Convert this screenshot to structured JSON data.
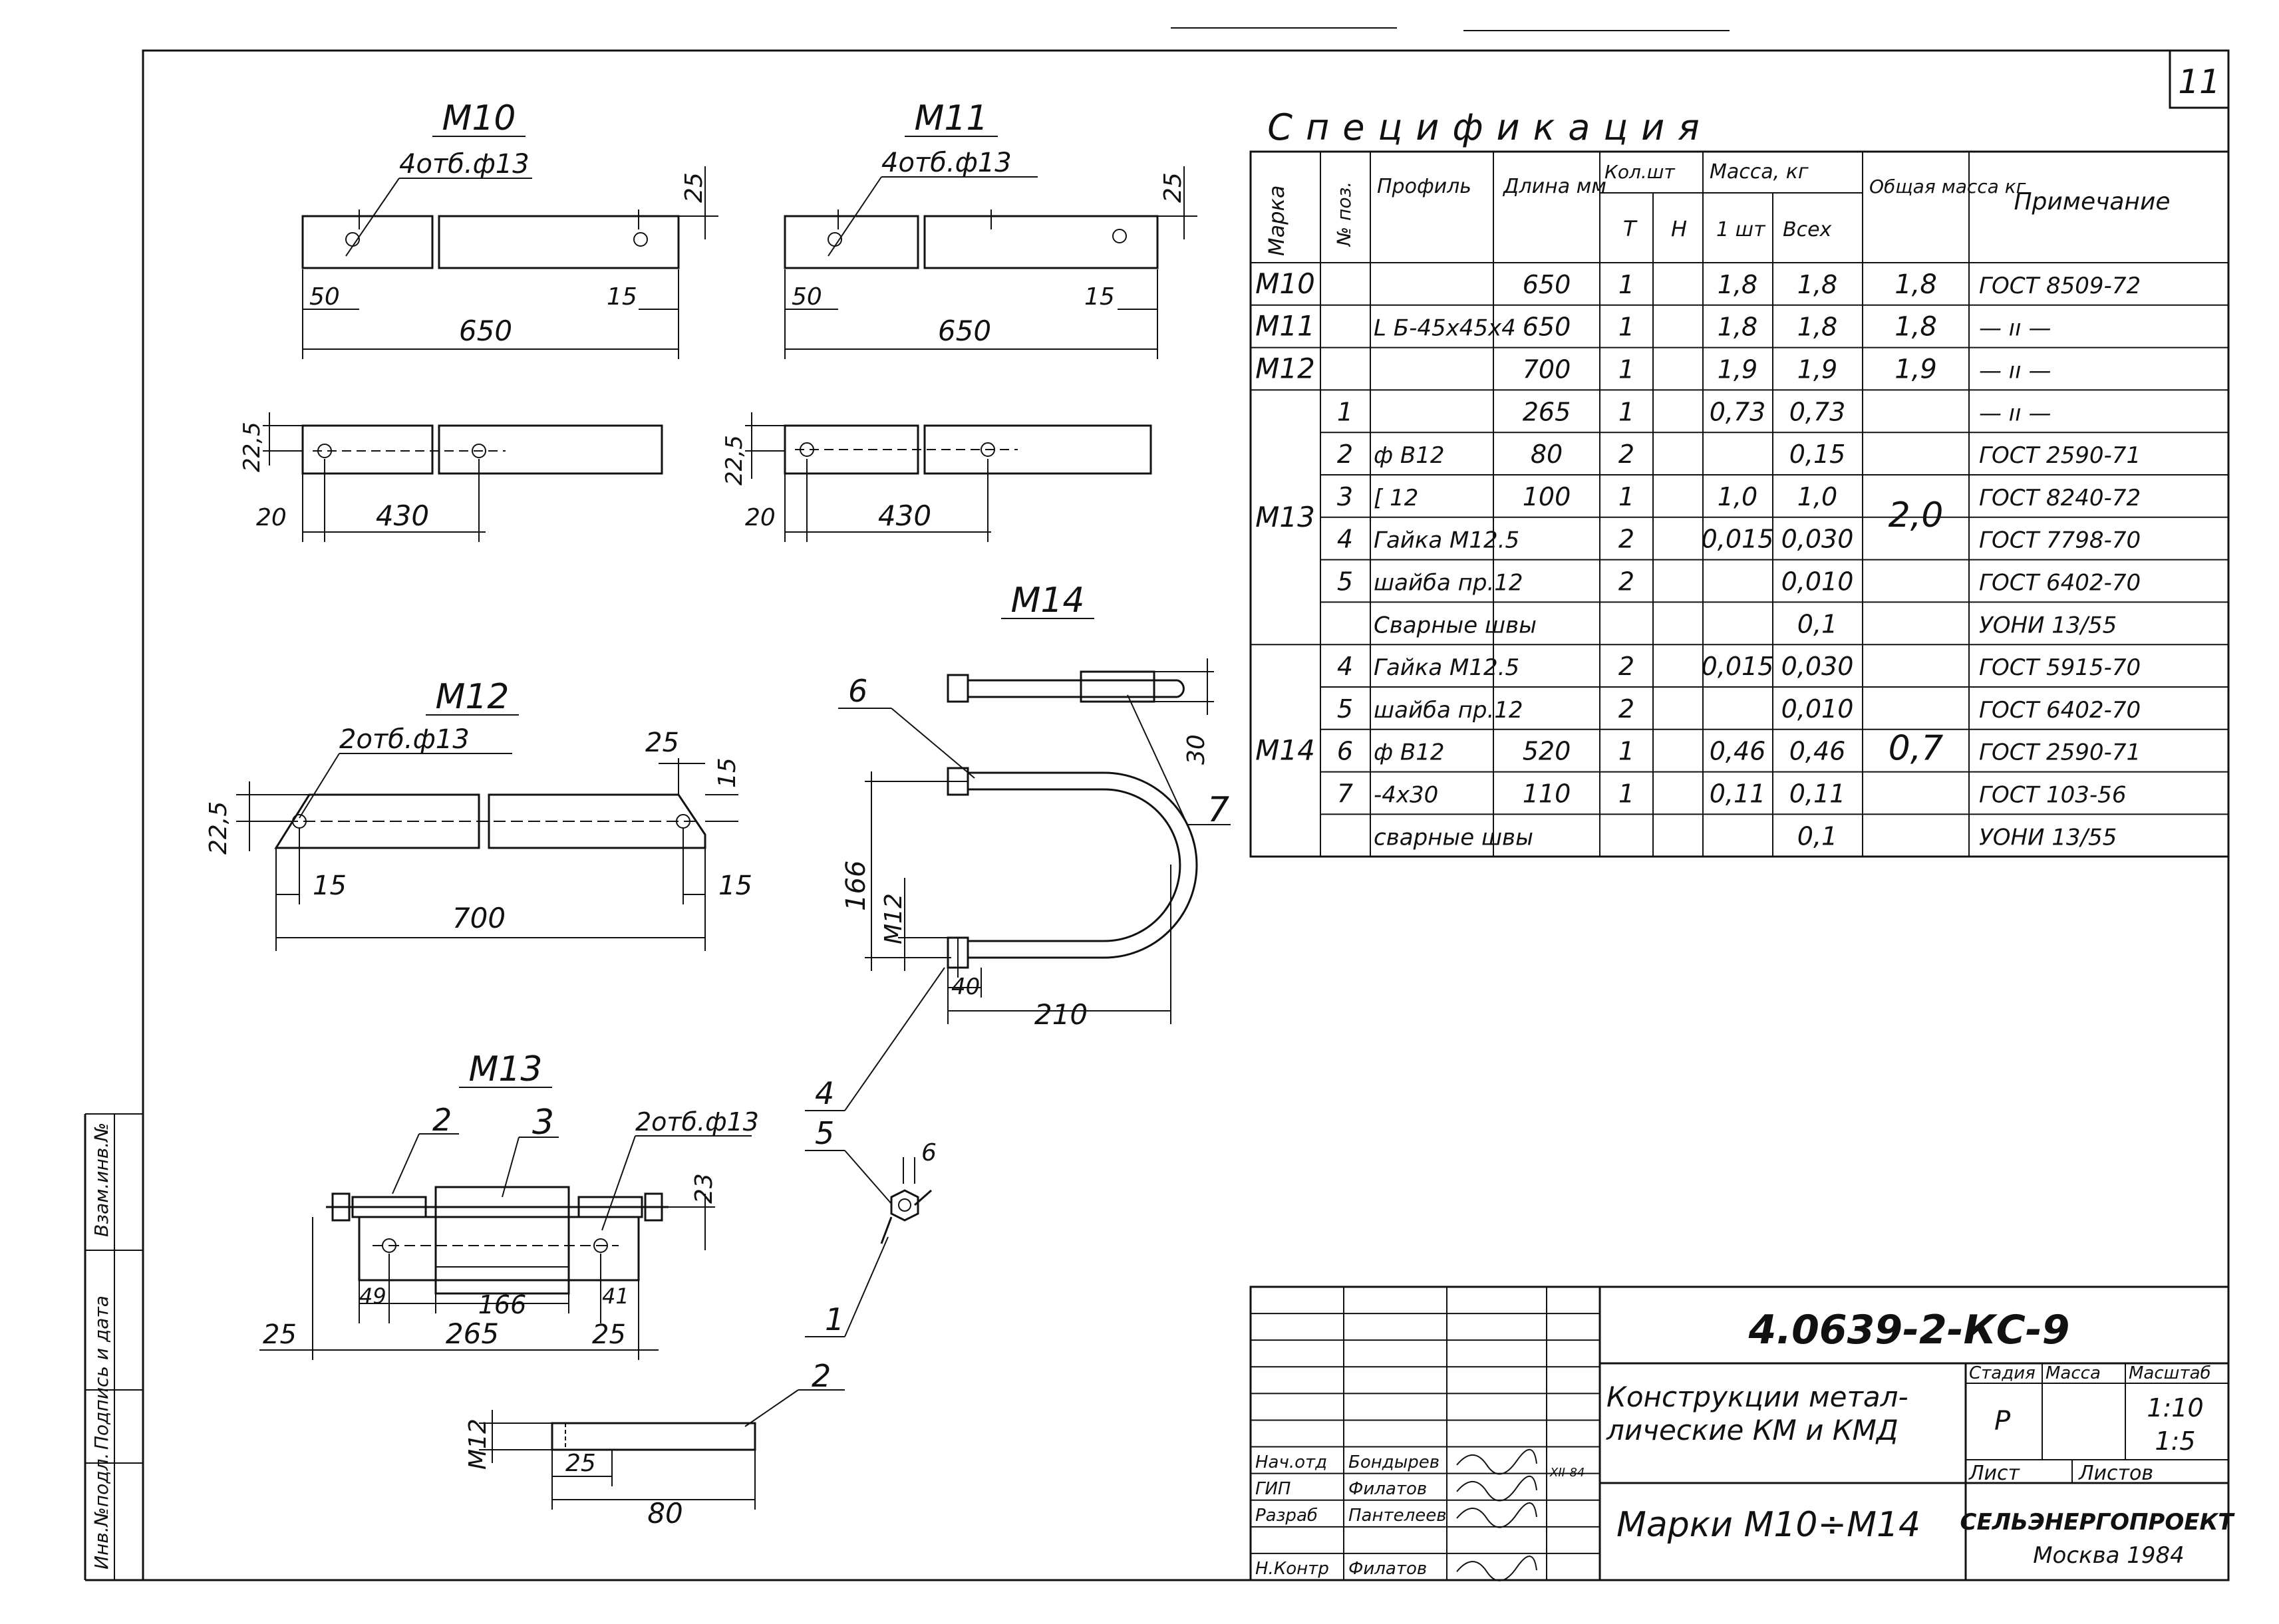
{
  "sheet": {
    "number": "11",
    "code": "4.0639-2-КС-9"
  },
  "parts": {
    "m10": {
      "label": "М10",
      "holes": "4отб.ф13",
      "dims": {
        "length": "650",
        "offset": "50",
        "end": "15",
        "height": "25"
      }
    },
    "m11": {
      "label": "М11",
      "holes": "4отб.ф13",
      "dims": {
        "length": "650",
        "offset": "50",
        "end": "15",
        "height": "25"
      }
    },
    "m10b": {
      "dims": {
        "height": "22,5",
        "start": "20",
        "spacing": "430"
      }
    },
    "m11b": {
      "dims": {
        "height": "22,5",
        "start": "20",
        "spacing": "430"
      }
    },
    "m12": {
      "label": "М12",
      "holes": "2отб.ф13",
      "dims": {
        "length": "700",
        "start": "15",
        "end": "15",
        "height": "22,5",
        "top": "25",
        "side": "15"
      }
    },
    "m13": {
      "label": "М13",
      "holes": "2отб.ф13",
      "callouts": [
        "2",
        "3"
      ],
      "dims": {
        "total": "265",
        "inner": "166",
        "left": "25",
        "right": "25",
        "a": "49",
        "b": "41",
        "h": "23"
      }
    },
    "m14": {
      "label": "М14",
      "callouts": [
        "6",
        "7",
        "4",
        "5",
        "1"
      ],
      "dims": {
        "height": "166",
        "thread": "М12",
        "width": "210",
        "nut": "40",
        "plate": "30",
        "thick": "6"
      }
    },
    "rod": {
      "callout": "2",
      "dims": {
        "thread": "М12",
        "t": "25",
        "length": "80"
      }
    }
  },
  "spec": {
    "title": "Спецификация",
    "headers": {
      "marka": "Марка",
      "pos": "№ поз.",
      "profile": "Профиль",
      "length": "Длина мм",
      "qty": "Кол.шт",
      "qty_t": "Т",
      "qty_n": "Н",
      "mass": "Масса, кг",
      "mass_one": "1 шт",
      "mass_all": "Всех",
      "total": "Общая масса кг",
      "note": "Примечание"
    },
    "rows": [
      {
        "marka": "М10",
        "pos": "",
        "profile": "",
        "length": "650",
        "t": "1",
        "n": "",
        "one": "1,8",
        "all": "1,8",
        "total": "1,8",
        "note": "ГОСТ 8509-72"
      },
      {
        "marka": "М11",
        "pos": "",
        "profile": "L Б-45х45х4",
        "length": "650",
        "t": "1",
        "n": "",
        "one": "1,8",
        "all": "1,8",
        "total": "1,8",
        "note": "— ıı —"
      },
      {
        "marka": "М12",
        "pos": "",
        "profile": "",
        "length": "700",
        "t": "1",
        "n": "",
        "one": "1,9",
        "all": "1,9",
        "total": "1,9",
        "note": "— ıı —"
      },
      {
        "marka": "",
        "pos": "1",
        "profile": "",
        "length": "265",
        "t": "1",
        "n": "",
        "one": "0,73",
        "all": "0,73",
        "total": "",
        "note": "— ıı —"
      },
      {
        "marka": "",
        "pos": "2",
        "profile": "ф В12",
        "length": "80",
        "t": "2",
        "n": "",
        "one": "",
        "all": "0,15",
        "total": "",
        "note": "ГОСТ 2590-71"
      },
      {
        "marka": "М13",
        "pos": "3",
        "profile": "[ 12",
        "length": "100",
        "t": "1",
        "n": "",
        "one": "1,0",
        "all": "1,0",
        "total": "2,0",
        "note": "ГОСТ 8240-72"
      },
      {
        "marka": "",
        "pos": "4",
        "profile": "Гайка М12.5",
        "length": "",
        "t": "2",
        "n": "",
        "one": "0,015",
        "all": "0,030",
        "total": "",
        "note": "ГОСТ 7798-70"
      },
      {
        "marka": "",
        "pos": "5",
        "profile": "шайба пр.12",
        "length": "",
        "t": "2",
        "n": "",
        "one": "",
        "all": "0,010",
        "total": "",
        "note": "ГОСТ 6402-70"
      },
      {
        "marka": "",
        "pos": "",
        "profile": "Сварные швы",
        "length": "",
        "t": "",
        "n": "",
        "one": "",
        "all": "0,1",
        "total": "",
        "note": "УОНИ 13/55"
      },
      {
        "marka": "",
        "pos": "4",
        "profile": "Гайка М12.5",
        "length": "",
        "t": "2",
        "n": "",
        "one": "0,015",
        "all": "0,030",
        "total": "",
        "note": "ГОСТ 5915-70"
      },
      {
        "marka": "М14",
        "pos": "5",
        "profile": "шайба пр.12",
        "length": "",
        "t": "2",
        "n": "",
        "one": "",
        "all": "0,010",
        "total": "",
        "note": "ГОСТ 6402-70"
      },
      {
        "marka": "",
        "pos": "6",
        "profile": "ф В12",
        "length": "520",
        "t": "1",
        "n": "",
        "one": "0,46",
        "all": "0,46",
        "total": "0,7",
        "note": "ГОСТ 2590-71"
      },
      {
        "marka": "",
        "pos": "7",
        "profile": "-4х30",
        "length": "110",
        "t": "1",
        "n": "",
        "one": "0,11",
        "all": "0,11",
        "total": "",
        "note": "ГОСТ 103-56"
      },
      {
        "marka": "",
        "pos": "",
        "profile": "сварные швы",
        "length": "",
        "t": "",
        "n": "",
        "one": "",
        "all": "0,1",
        "total": "",
        "note": "УОНИ 13/55"
      }
    ]
  },
  "title_block": {
    "code": "4.0639-2-КС-9",
    "title_line1": "Конструкции метал-",
    "title_line2": "лические КМ и КМД",
    "sheet_name": "Марки М10÷М14",
    "stage_label": "Стадия",
    "mass_label": "Масса",
    "scale_label": "Масштаб",
    "stage": "Р",
    "scale1": "1:10",
    "scale2": "1:5",
    "sheet_label": "Лист",
    "sheets_label": "Листов",
    "org": "СЕЛЬЭНЕРГОПРОЕКТ",
    "city": "Москва 1984",
    "date": "XII-84",
    "people": [
      {
        "role": "Нач.отд",
        "name": "Бондырев"
      },
      {
        "role": "ГИП",
        "name": "Филатов"
      },
      {
        "role": "Разраб",
        "name": "Пантелеев"
      },
      {
        "role": "Н.Контр",
        "name": "Филатов"
      }
    ]
  },
  "sidebar": {
    "inv": "Инв.№подл.",
    "sign": "Подпись и дата",
    "vzam": "Взам.инв.№"
  }
}
